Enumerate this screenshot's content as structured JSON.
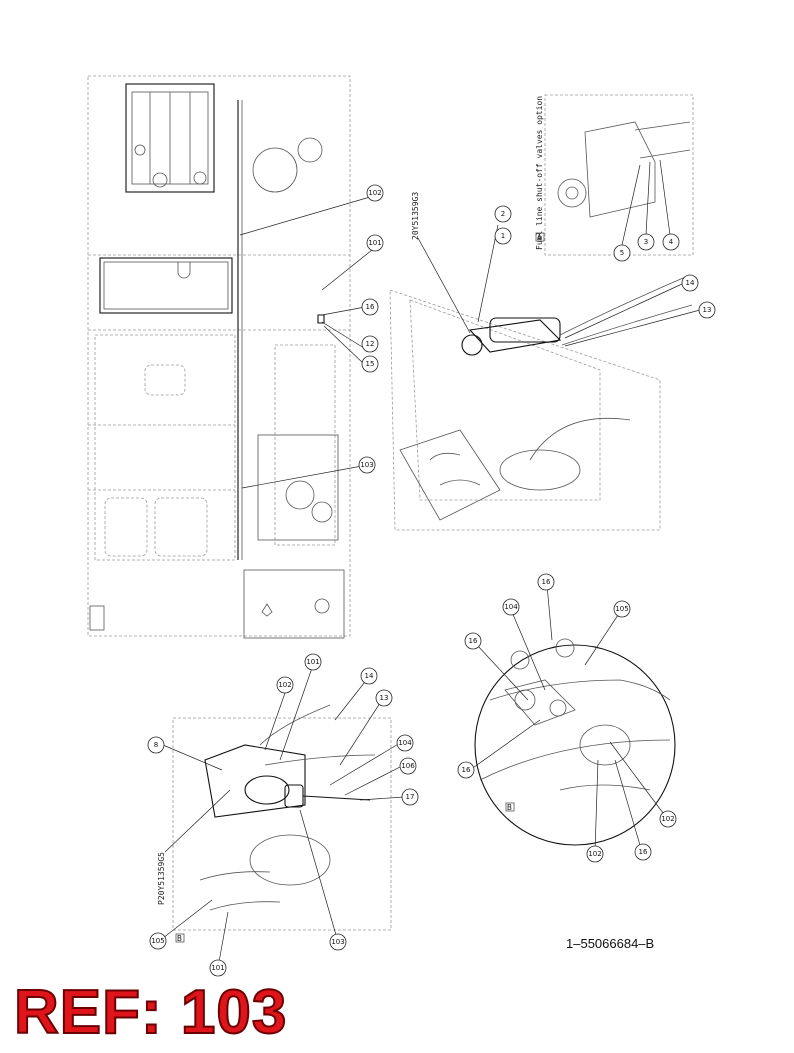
{
  "figure": {
    "part_code": "1–55066684–B",
    "ref_label": "REF: 103",
    "inset_note": "Fuel line shut-off valves option",
    "view_tags": [
      "A",
      "B",
      "B"
    ],
    "side_codes": [
      "20Y51359G3",
      "P20Y51359G5"
    ],
    "callouts": [
      "102",
      "101",
      "16",
      "12",
      "15",
      "103",
      "1",
      "2",
      "14",
      "13",
      "5",
      "3",
      "4",
      "8",
      "102",
      "101",
      "14",
      "13",
      "104",
      "106",
      "17",
      "103",
      "105",
      "101",
      "16",
      "104",
      "105",
      "16",
      "16",
      "102",
      "102",
      "16"
    ]
  },
  "colors": {
    "ref_red": "#e0151b",
    "line": "#111111",
    "hidden": "#9a9a9a"
  }
}
